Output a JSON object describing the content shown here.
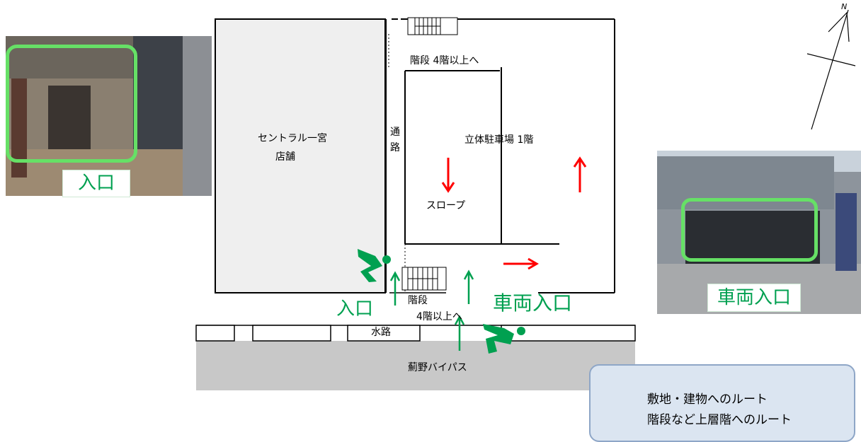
{
  "map": {
    "store_label_line1": "セントラル一宮",
    "store_label_line2": "店舗",
    "passage_label_line1": "通",
    "passage_label_line2": "路",
    "stairs_top_label": "階段 4階以上へ",
    "parking_label": "立体駐車場 1階",
    "slope_label": "スロープ",
    "stairs_bottom_label_line1": "階段",
    "stairs_bottom_label_line2": "4階以上へ",
    "waterway_label": "水路",
    "road_label": "薊野バイパス",
    "entrance_label": "入口",
    "vehicle_entrance_label": "車両入口",
    "compass_label": "N"
  },
  "photos": {
    "entrance_caption": "入口",
    "vehicle_caption": "車両入口"
  },
  "legend": {
    "items": [
      {
        "label": "敷地・建物へのルート",
        "color": "#00a050"
      },
      {
        "label": "階段など上層階へのルート",
        "color": "#ff0000"
      }
    ]
  },
  "colors": {
    "route_green": "#00a050",
    "route_red": "#ff0000",
    "store_fill": "#efefef",
    "road_fill": "#c8c8c8",
    "photo_frame": "#66e066"
  },
  "icons": [
    "walking-person-icon",
    "walking-person-icon",
    "compass-icon",
    "stairs-icon",
    "stairs-icon",
    "arrow-up-icon",
    "arrow-down-icon",
    "arrow-right-icon",
    "arrow-left-icon"
  ]
}
